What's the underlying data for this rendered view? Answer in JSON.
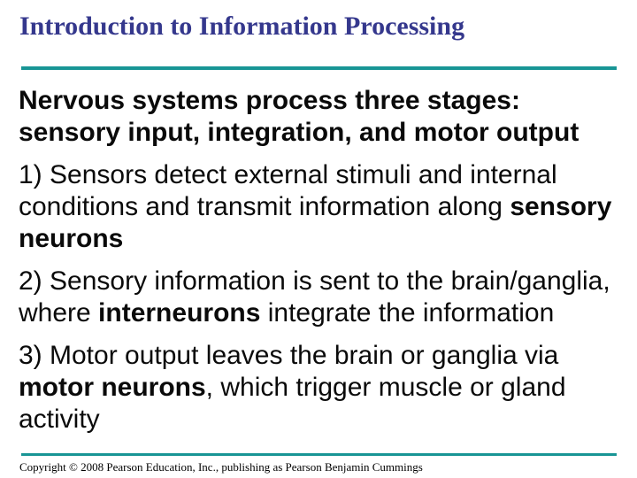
{
  "slide": {
    "title": "Introduction to Information Processing",
    "colors": {
      "title": "#35388d",
      "accent": "#189595",
      "body": "#0a0a0a",
      "background": "#ffffff"
    },
    "body_paragraphs": [
      {
        "lead": true,
        "lines": [
          [
            {
              "t": "Nervous systems process three stages:",
              "b": true
            }
          ],
          [
            {
              "t": "sensory input, integration, and motor output",
              "b": true
            }
          ]
        ]
      },
      {
        "lead": false,
        "lines": [
          [
            {
              "t": "1) Sensors detect external stimuli and internal",
              "b": false
            }
          ],
          [
            {
              "t": "conditions and transmit information along ",
              "b": false
            },
            {
              "t": "sensory",
              "b": true
            }
          ],
          [
            {
              "t": "neurons",
              "b": true
            }
          ]
        ]
      },
      {
        "lead": false,
        "lines": [
          [
            {
              "t": "2) Sensory information is sent to the brain/ganglia,",
              "b": false
            }
          ],
          [
            {
              "t": "where ",
              "b": false
            },
            {
              "t": "interneurons",
              "b": true
            },
            {
              "t": " integrate the information",
              "b": false
            }
          ]
        ]
      },
      {
        "lead": false,
        "lines": [
          [
            {
              "t": "3) Motor output leaves the brain or ganglia via",
              "b": false
            }
          ],
          [
            {
              "t": "motor neurons",
              "b": true
            },
            {
              "t": ", which trigger muscle or gland",
              "b": false
            }
          ],
          [
            {
              "t": "activity",
              "b": false
            }
          ]
        ]
      }
    ],
    "footer": {
      "copyright": "Copyright © 2008 Pearson Education, Inc., publishing as Pearson Benjamin Cummings"
    }
  }
}
